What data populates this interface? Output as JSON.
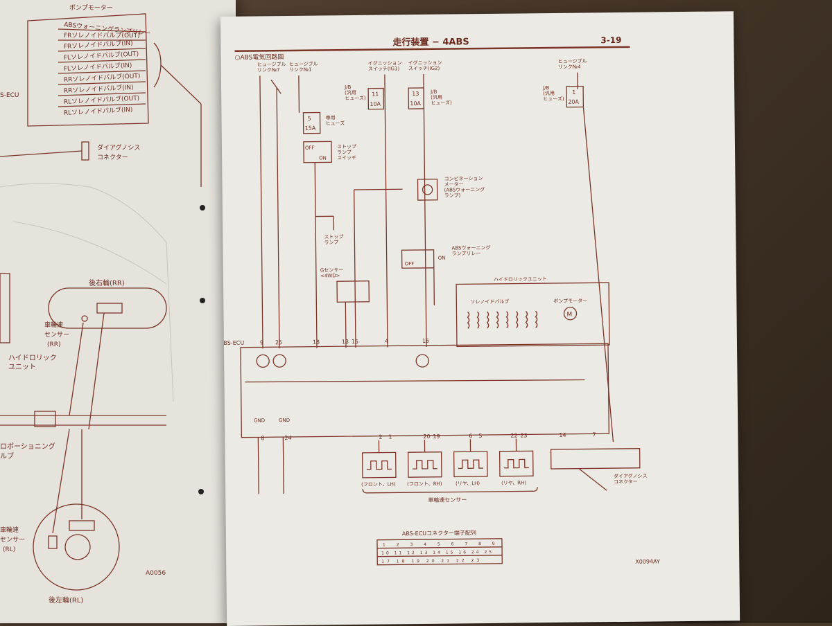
{
  "left_page": {
    "relay_top": "ポンプモーター",
    "relay_label": "ABSウォーニングランプリレー",
    "valves": [
      "FRソレノイドバルブ(OUT)",
      "FRソレノイドバルブ(IN)",
      "FLソレノイドバルブ(OUT)",
      "FLソレノイドバルブ(IN)",
      "RRソレノイドバルブ(OUT)",
      "RRソレノイドバルブ(IN)",
      "RLソレノイドバルブ(OUT)",
      "RLソレノイドバルブ(IN)"
    ],
    "ecu": "S-ECU",
    "diag": "ダイアグノシス\nコネクター",
    "rear_right": "後右輪(RR)",
    "wheel_sensor_rr": "車輪速\nセンサー\n(RR)",
    "hydraulic_unit": "ハイドロリック\nユニット",
    "proportioning": "ロポーショニング\nルブ",
    "wheel_sensor_rl": "車輪速\nセンサー\n(RL)",
    "rear_left": "後左輪(RL)",
    "fig_code": "A0056"
  },
  "right_page": {
    "header": "走行装置 − 4ABS",
    "page_no": "3-19",
    "diagram_title": "○ABS電気回路図",
    "fusible_link_7": "ヒュージブル\nリンク№7",
    "fusible_link_1": "ヒュージブル\nリンク№1",
    "ig_switch_1": "イグニッション\nスイッチ(IG1)",
    "ig_switch_2": "イグニッション\nスイッチ(IG2)",
    "fusible_link_4": "ヒュージブル\nリンク№4",
    "jb_general_1": "J/B\n(汎用\nヒューズ)",
    "jb_general_2": "J/B\n(汎用\nヒューズ)",
    "jb_general_3": "J/B\n(汎用\nヒューズ)",
    "fuse_11": "11",
    "fuse_13": "13",
    "fuse_1": "1",
    "amp_10a_1": "10A",
    "amp_10a_2": "10A",
    "amp_20a": "20A",
    "fuse_5": "5",
    "amp_15a": "15A",
    "dedicated_fuse": "専用\nヒューズ",
    "stop_switch": "ストップ\nランプ\nスイッチ",
    "off": "OFF",
    "on": "ON",
    "combination_meter": "コンビネーション\nメーター\n(ABSウォーニング\nランプ)",
    "stop_lamp": "ストップ\nランプ",
    "g_sensor": "Gセンサー\n<4WD>",
    "abs_warning_relay": "ABSウォーニング\nランプリレー",
    "relay_off": "OFF",
    "relay_on": "ON",
    "hydraulic_unit": "ハイドロリックユニット",
    "solenoid_valve": "ソレノイドバルブ",
    "pump_motor": "ポンプモーター",
    "motor_symbol": "M",
    "abs_ecu": "ABS-ECU",
    "top_pins": [
      "9",
      "25",
      "18",
      "13",
      "15",
      "4",
      "16"
    ],
    "gnd_1": "GND",
    "gnd_2": "GND",
    "bottom_pins": {
      "p8": "8",
      "p24": "24",
      "p2": "2",
      "p1": "1",
      "p20": "20",
      "p19": "19",
      "p6": "6",
      "p5": "5",
      "p22": "22",
      "p23": "23",
      "p14": "14",
      "p7": "7"
    },
    "sensors": [
      "(フロント、LH)",
      "(フロント、RH)",
      "(リヤ、LH)",
      "(リヤ、RH)"
    ],
    "wheel_speed_sensor": "車輪速センサー",
    "diag_connector": "ダイアグノシス\nコネクター",
    "connector_title": "ABS-ECUコネクター端子配列",
    "connector_row1": [
      "1",
      "2",
      "3",
      "4",
      "5",
      "6",
      "7",
      "8",
      "9"
    ],
    "connector_row2": [
      "10",
      "11",
      "12",
      "13",
      "14",
      "15",
      "16",
      "24",
      "25"
    ],
    "connector_row3": [
      "17",
      "18",
      "19",
      "20",
      "21",
      "22",
      "23"
    ],
    "fig_code": "X0094AY"
  }
}
